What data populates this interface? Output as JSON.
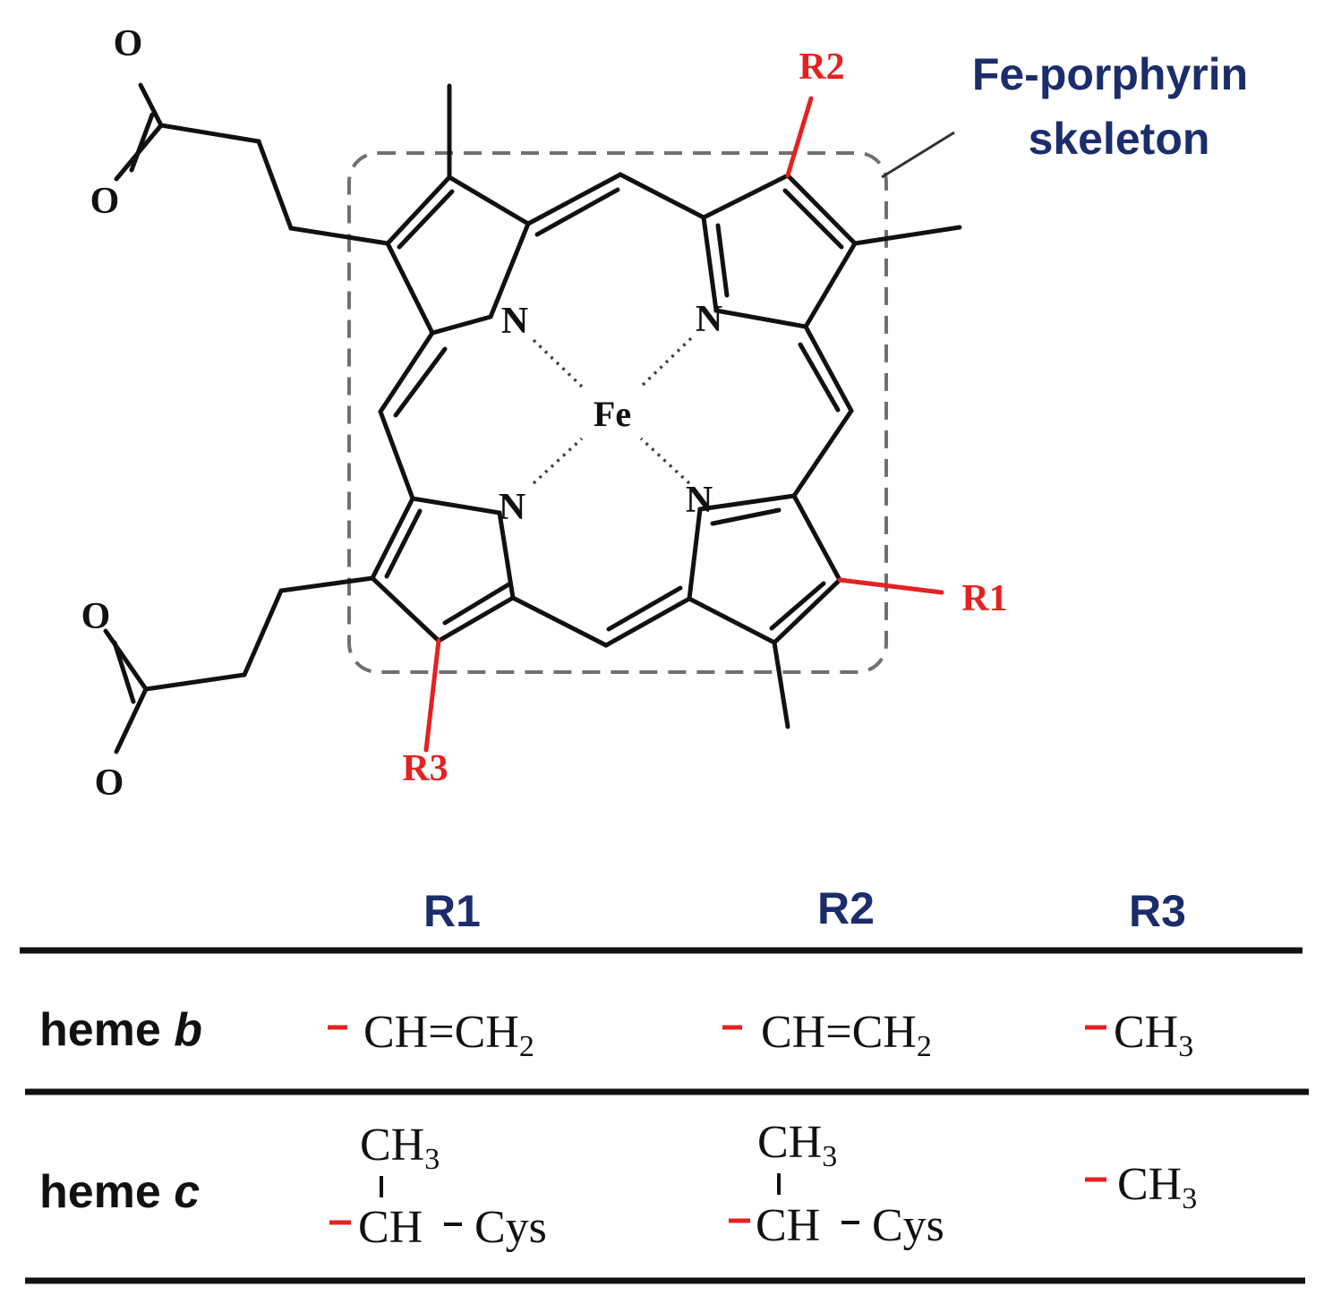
{
  "structure": {
    "skeleton_label": [
      "Fe-porphyrin",
      "skeleton"
    ],
    "metal": "Fe",
    "nitrogen": "N",
    "oxygen": "O",
    "substituent_labels": {
      "r1": "R1",
      "r2": "R2",
      "r3": "R3"
    }
  },
  "table": {
    "columns": [
      "R1",
      "R2",
      "R3"
    ],
    "rows": [
      {
        "name": "heme",
        "variant": "b",
        "r1": {
          "main": "CH=CH",
          "sub": "2"
        },
        "r2": {
          "main": "CH=CH",
          "sub": "2"
        },
        "r3": {
          "main": "CH",
          "sub": "3"
        }
      },
      {
        "name": "heme",
        "variant": "c",
        "r1": {
          "top": "CH",
          "top_sub": "3",
          "main": "CH",
          "link": "Cys"
        },
        "r2": {
          "top": "CH",
          "top_sub": "3",
          "main": "CH",
          "link": "Cys"
        },
        "r3": {
          "main": "CH",
          "sub": "3"
        }
      }
    ]
  },
  "colors": {
    "substituent_red": "#e52121",
    "label_navy": "#1b2d6b",
    "bond_black": "#111111",
    "frame_gray": "#707070"
  }
}
